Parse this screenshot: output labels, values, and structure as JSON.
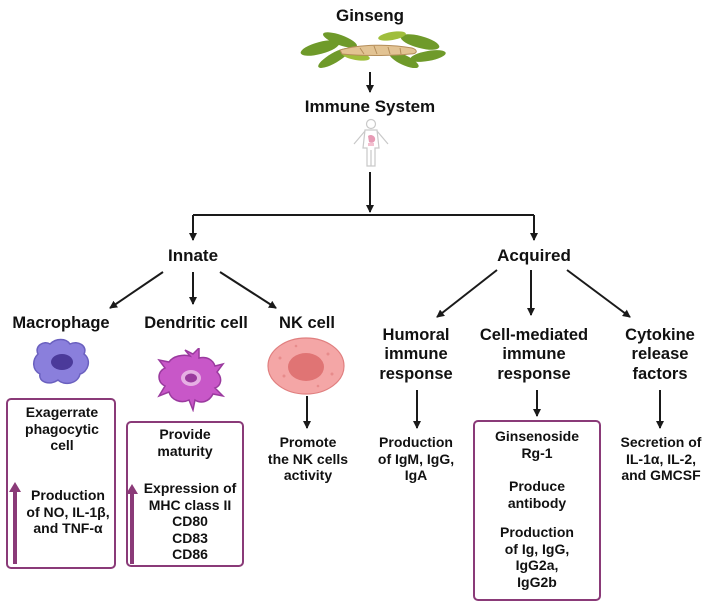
{
  "root": {
    "label": "Ginseng",
    "image_icon": "ginseng-root-with-leaves-icon"
  },
  "system": {
    "label": "Immune System",
    "image_icon": "human-body-icon"
  },
  "innate": {
    "label": "Innate",
    "cells": [
      {
        "label": "Macrophage",
        "image_icon": "macrophage-cell-icon",
        "box_lines": [
          "Exagerrate\nphagocytic\ncell"
        ],
        "increase_text": "Production\nof NO, IL-1β,\nand TNF-α"
      },
      {
        "label": "Dendritic cell",
        "image_icon": "dendritic-cell-icon",
        "box_lines": [
          "Provide\nmaturity"
        ],
        "increase_text": "Expression of\nMHC class II\nCD80\nCD83\nCD86"
      },
      {
        "label": "NK cell",
        "image_icon": "nk-cell-icon",
        "outcome": "Promote\nthe NK cells\nactivity"
      }
    ]
  },
  "acquired": {
    "label": "Acquired",
    "branches": [
      {
        "label": "Humoral\nimmune\nresponse",
        "outcome": "Production\nof IgM, IgG,\nIgA"
      },
      {
        "label": "Cell-mediated\nimmune\nresponse",
        "box_items": [
          "Ginsenoside\nRg-1",
          "Produce\nantibody",
          "Production\nof Ig, IgG,\nIgG2a,\nIgG2b"
        ]
      },
      {
        "label": "Cytokine\nrelease\nfactors",
        "outcome": "Secretion of\nIL-1α, IL-2,\nand GMCSF"
      }
    ]
  },
  "colors": {
    "box_border": "#8a3a78",
    "increase_arrow": "#8a3a78",
    "connector": "#1a1a1a",
    "macrophage": "#7b6fd0",
    "dendritic": "#b03fb8",
    "nk_cell": "#ef8f8f"
  }
}
